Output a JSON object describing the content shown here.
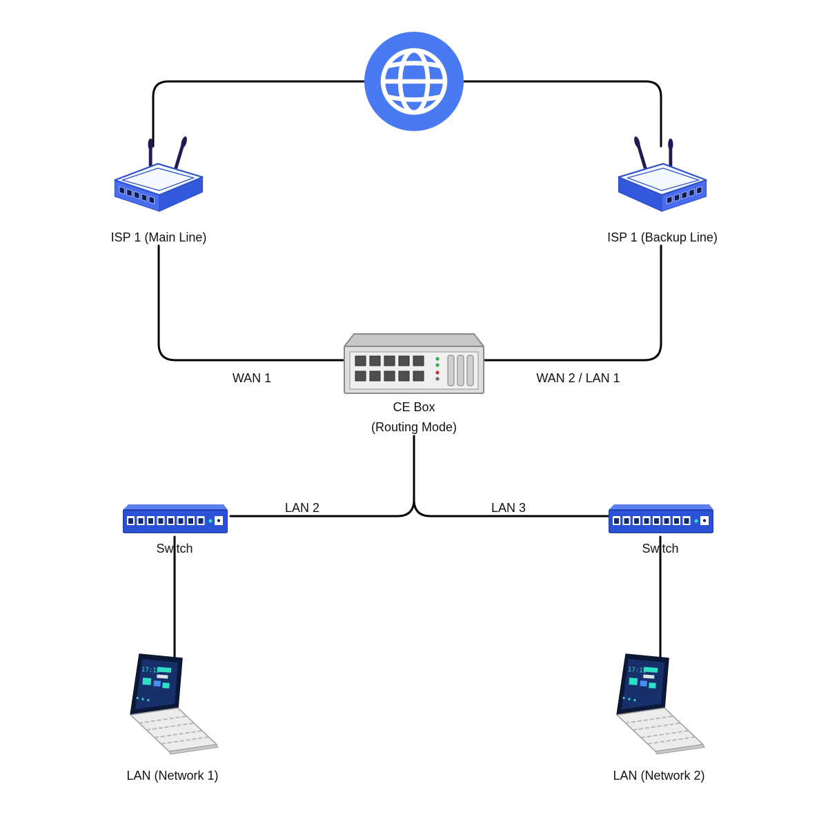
{
  "colors": {
    "background": "#ffffff",
    "connector": "#000000",
    "globe_blue": "#4a7af2",
    "router_blue": "#4a6cf0",
    "switch_blue": "#2b51d6",
    "ce_box_gray": "#dedede",
    "screen_teal": "#2fe0c4",
    "label_text": "#111111"
  },
  "nodes": {
    "internet": {
      "icon": "globe-icon"
    },
    "router_main": {
      "icon": "wireless-router-icon",
      "label": "ISP 1 (Main Line)"
    },
    "router_backup": {
      "icon": "wireless-router-icon",
      "label": "ISP 1 (Backup Line)"
    },
    "ce_box": {
      "icon": "rack-router-icon",
      "label": "CE Box",
      "sublabel": "(Routing Mode)"
    },
    "switch_left": {
      "icon": "network-switch-icon",
      "label": "Switch"
    },
    "switch_right": {
      "icon": "network-switch-icon",
      "label": "Switch"
    },
    "laptop_left": {
      "icon": "laptop-icon",
      "label": "LAN (Network 1)",
      "screen_time": "17:15"
    },
    "laptop_right": {
      "icon": "laptop-icon",
      "label": "LAN (Network 2)",
      "screen_time": "17:15"
    }
  },
  "links": {
    "wan1": {
      "label": "WAN 1"
    },
    "wan2_lan1": {
      "label": "WAN 2 / LAN 1"
    },
    "lan2": {
      "label": "LAN 2"
    },
    "lan3": {
      "label": "LAN 3"
    }
  }
}
